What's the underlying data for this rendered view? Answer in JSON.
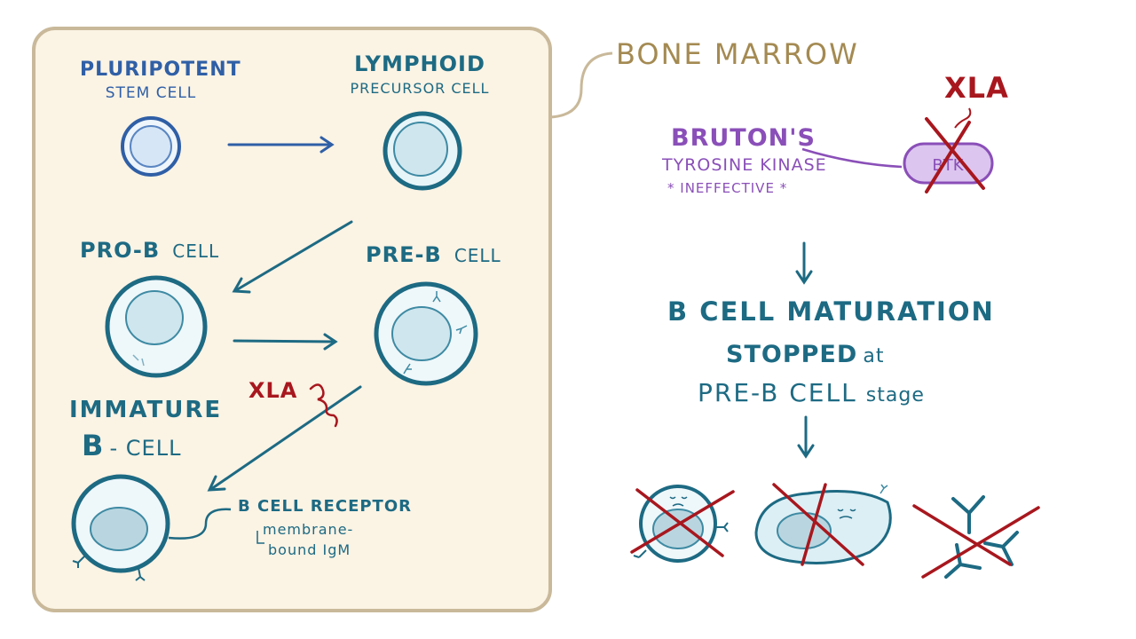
{
  "panel_title": "BONE MARROW",
  "cells": {
    "pluripotent": {
      "line1": "PLURIPOTENT",
      "line2": "STEM CELL"
    },
    "lymphoid": {
      "line1": "LYMPHOID",
      "line2": "PRECURSOR CELL"
    },
    "pro_b": {
      "main": "PRO-B",
      "suffix": "CELL"
    },
    "pre_b": {
      "main": "PRE-B",
      "suffix": "CELL"
    },
    "immature": {
      "line1": "IMMATURE",
      "line2a": "B",
      "line2b": "- CELL"
    }
  },
  "receptor": {
    "title": "B CELL RECEPTOR",
    "line1": "membrane-",
    "line2": "bound IgM"
  },
  "xla_marker": "XLA",
  "btk": {
    "name_line1": "BRUTON'S",
    "name_line2": "TYROSINE KINASE",
    "status": "* INEFFECTIVE *",
    "abbr": "BTK",
    "disease": "XLA"
  },
  "outcome": {
    "line1": "B CELL MATURATION",
    "line2a": "STOPPED",
    "line2b": "at",
    "line3a": "PRE-B CELL",
    "line3b": "stage"
  },
  "colors": {
    "panel_bg": "#fbf3e4",
    "panel_border": "#c9b99a",
    "cell_teal": "#1d6a83",
    "arrow_blue": "#2f5fa6",
    "cross_red": "#a8171e",
    "btk_purple": "#8a4fb8",
    "bone_gold": "#a48a52"
  }
}
